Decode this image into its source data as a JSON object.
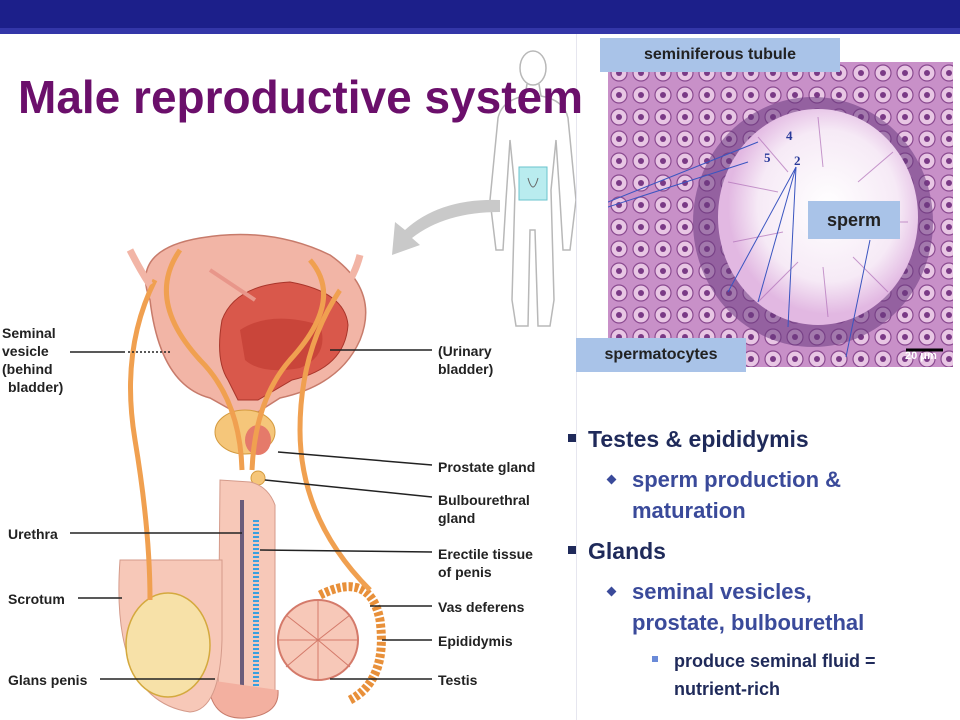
{
  "title": "Male reproductive system",
  "diagram_labels": {
    "seminal_vesicle": [
      "Seminal",
      "vesicle",
      "(behind",
      "bladder)"
    ],
    "urinary_bladder": [
      "(Urinary",
      "bladder)"
    ],
    "prostate_gland": "Prostate gland",
    "bulbourethral_gland": [
      "Bulbourethral",
      "gland"
    ],
    "urethra": "Urethra",
    "erectile_tissue": [
      "Erectile tissue",
      "of penis"
    ],
    "scrotum": "Scrotum",
    "vas_deferens": "Vas deferens",
    "epididymis": "Epididymis",
    "glans_penis": "Glans penis",
    "testis": "Testis"
  },
  "micrograph_labels": {
    "seminiferous_tubule": "seminiferous tubule",
    "sperm": "sperm",
    "spermatocytes": "spermatocytes",
    "scale": "20 μm",
    "numbers": [
      "4",
      "5",
      "2"
    ]
  },
  "bullets": [
    {
      "text": "Testes & epididymis",
      "children": [
        {
          "text": [
            "sperm production &",
            "maturation"
          ],
          "children": []
        }
      ]
    },
    {
      "text": "Glands",
      "children": [
        {
          "text": [
            "seminal vesicles,",
            "prostate, bulbourethal"
          ],
          "children": [
            {
              "text": [
                "produce seminal fluid =",
                "nutrient-rich"
              ]
            }
          ]
        }
      ]
    }
  ],
  "colors": {
    "title": "#6b0f6b",
    "header_bar": "#1c1f8a",
    "tag_bg": "#a9c3e8",
    "bullet_l1": "#1f2a5a",
    "bullet_l2": "#3a4a9a"
  }
}
